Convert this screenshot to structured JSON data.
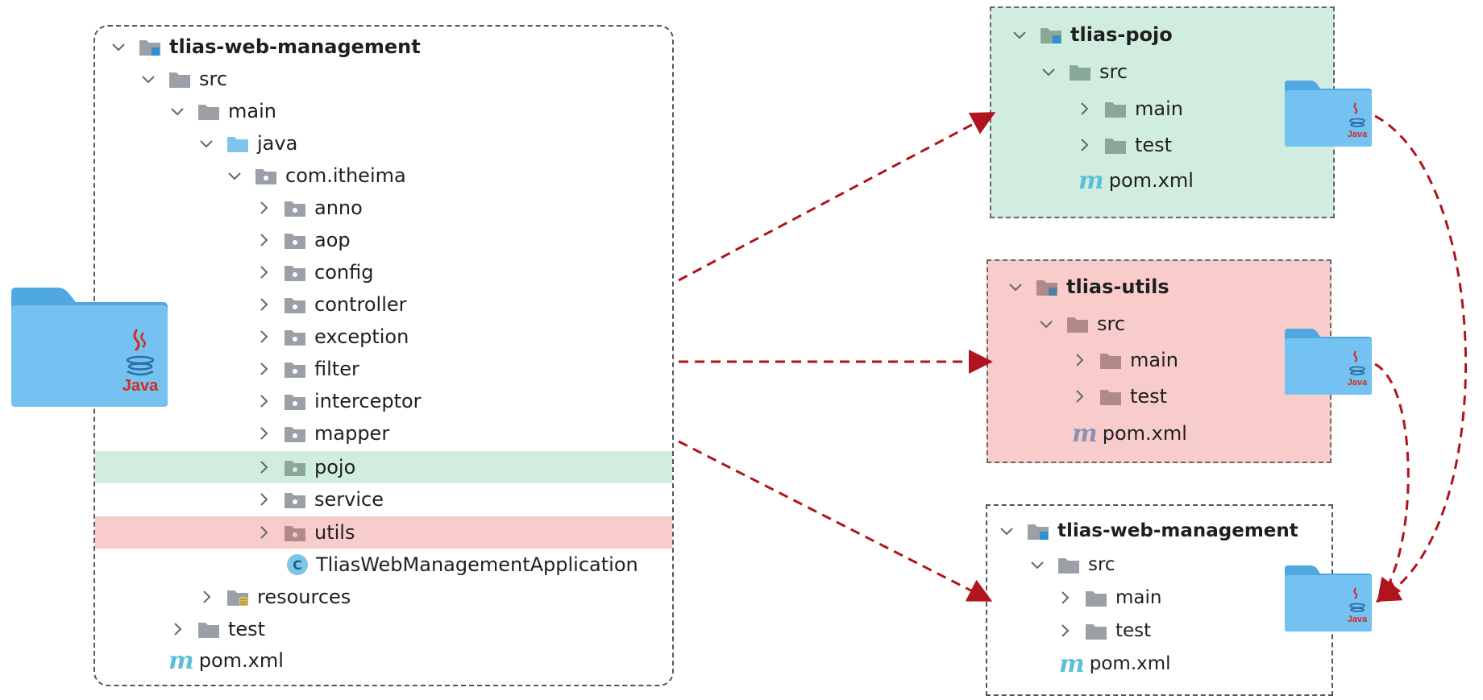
{
  "main_tree": {
    "root": "tlias-web-management",
    "src": "src",
    "main": "main",
    "java": "java",
    "package": "com.itheima",
    "packages": [
      "anno",
      "aop",
      "config",
      "controller",
      "exception",
      "filter",
      "interceptor",
      "mapper",
      "pojo",
      "service",
      "utils"
    ],
    "app_class": "TliasWebManagementApplication",
    "resources": "resources",
    "test": "test",
    "pom": "pom.xml"
  },
  "pojo_module": {
    "root": "tlias-pojo",
    "src": "src",
    "main": "main",
    "test": "test",
    "pom": "pom.xml"
  },
  "utils_module": {
    "root": "tlias-utils",
    "src": "src",
    "main": "main",
    "test": "test",
    "pom": "pom.xml"
  },
  "web_module": {
    "root": "tlias-web-management",
    "src": "src",
    "main": "main",
    "test": "test",
    "pom": "pom.xml"
  },
  "java_logo_text": "Java",
  "class_icon_letter": "C",
  "maven_icon_letter": "m",
  "colors": {
    "pojo_highlight": "#d1ede0",
    "utils_highlight": "#f9cccc",
    "arrow": "#b0141c",
    "folder_gray": "#9aa0a6",
    "folder_blue": "#7ec5e8",
    "java_folder": "#6ec1ef"
  }
}
